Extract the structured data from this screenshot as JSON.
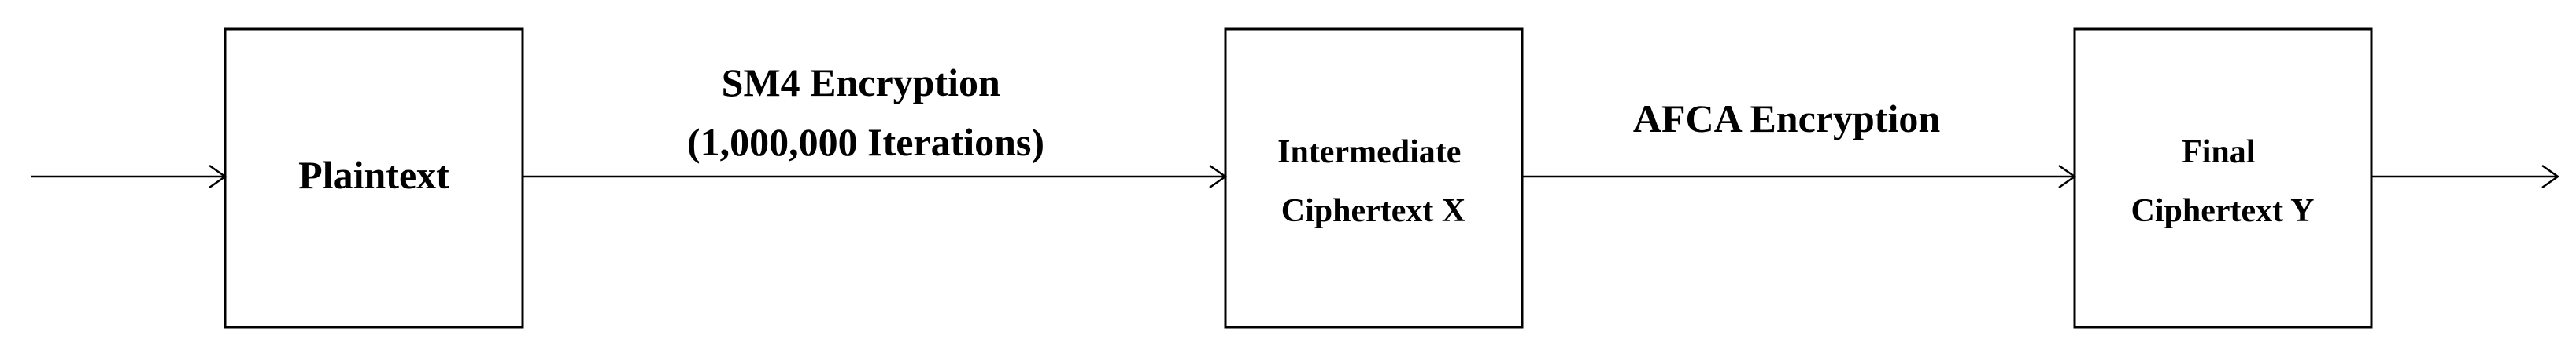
{
  "diagram": {
    "nodes": {
      "plaintext": {
        "lines": [
          "Plaintext"
        ]
      },
      "intermediate": {
        "lines": [
          "Intermediate",
          "Ciphertext X"
        ]
      },
      "final": {
        "lines": [
          "Final",
          "Ciphertext Y"
        ]
      }
    },
    "edges": {
      "sm4": {
        "lines": [
          "SM4 Encryption",
          "(1,000,000 Iterations)"
        ]
      },
      "afca": {
        "lines": [
          "AFCA Encryption"
        ]
      }
    }
  }
}
